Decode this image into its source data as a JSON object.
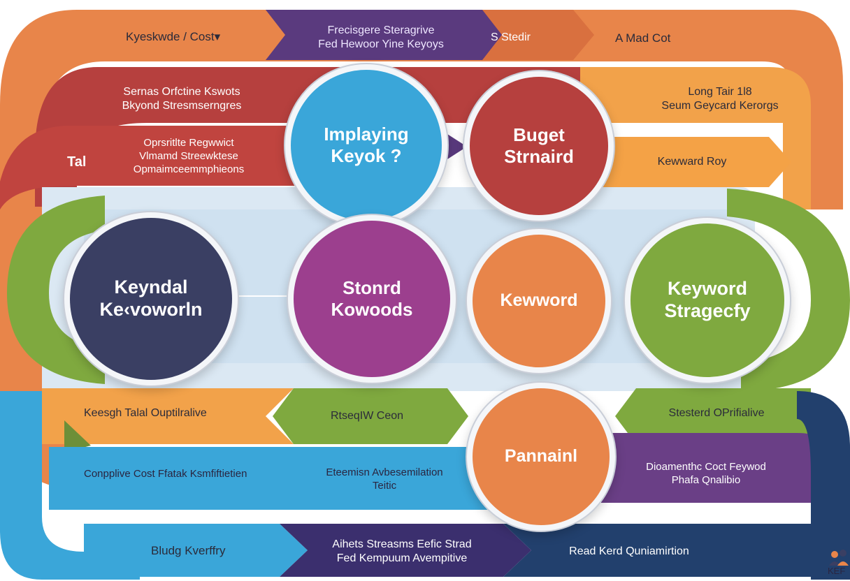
{
  "colors": {
    "orange": "#e8854a",
    "purple": "#6a3f86",
    "red": "#b6403e",
    "blue": "#3aa6d9",
    "navy": "#3a3f63",
    "magenta": "#9c3f8e",
    "green": "#7fa93f",
    "light_orange": "#f2a24a",
    "pale_blue": "#dbe8f3",
    "dark_blue": "#22406d"
  },
  "circles": {
    "implaying": "Implaying\nKeyok ?",
    "budget": "Buget\nStrnaird",
    "keyndal": "Keyndal\nKe‹voworln",
    "stonrd": "Stonrd\nKowoods",
    "keyword": "Kewword",
    "strategy": "Keyword\nStragecfy",
    "pannain": "Pannainl"
  },
  "labels": {
    "top_left": "Kyeskwde / Cost▾",
    "top_center": "Frecisgere Steragrive\nFed Hewoor Yine Keyoys",
    "top_s": "S  Stedir",
    "top_right": "A Mad Cot",
    "row2_left": "Sernas Orfctine Kswots\nBkyond Stresmserngres",
    "row2_right": "Long Tair 1l8\nSeum Geycard Kerorgs",
    "row3_tail": "Tal",
    "row3_left": "Oprsritlte Regwwict\nVlmamd Streewktese\nOpmaimceemmphieons",
    "row3_right": "Kewward Roy",
    "row6_left": "Keesgh Talal Ouptilralive",
    "row6_mid": "RtseqIW Ceon",
    "row6_right": "Stesterd OPrifialive",
    "row7_left": "Conpplive Cost  Ffatak Ksmfiftietien",
    "row7_mid": "Eteemisn Avbesemilation\nTeitic",
    "row7_right": "Dioamenthc Coct Feywod\nPhafa Qnalibio",
    "row8_left": "Bludg  Kverffry",
    "row8_mid": "Aihets Streasms Eefic Strad\nFed Kempuum Avempitive",
    "row8_right": "Read  Kerd Quniamirtion"
  },
  "logo_text": "KEF"
}
